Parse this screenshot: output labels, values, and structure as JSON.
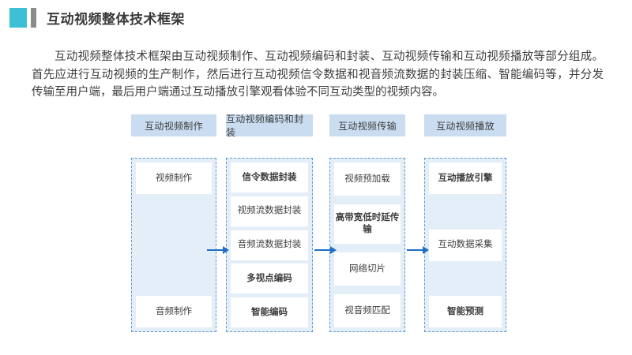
{
  "header": {
    "title": "互动视频整体技术框架",
    "accent_cyan": "#3bc0d6",
    "accent_gray": "#8c8c8c"
  },
  "paragraph": {
    "text": "互动视频整体技术框架由互动视频制作、互动视频编码和封装、互动视频传输和互动视频播放等部分组成。首先应进行互动视频的生产制作，然后进行互动视频信令数据和视音频流数据的封装压缩、智能编码等，并分发传输至用户端，最后用户端通过互动播放引擎观看体验不同互动类型的视频内容。"
  },
  "diagram": {
    "header_bg": "#c9dcf0",
    "body_bg": "#e4eef8",
    "border_color": "#5b9bd5",
    "arrow_color": "#1f6fc4",
    "columns": [
      {
        "header": "互动视频制作",
        "nodes": [
          {
            "label": "视频制作",
            "bold": false
          },
          {
            "label": "音频制作",
            "bold": false
          }
        ]
      },
      {
        "header": "互动视频编码和封装",
        "nodes": [
          {
            "label": "信令数据封装",
            "bold": true
          },
          {
            "label": "视频流数据封装",
            "bold": false
          },
          {
            "label": "音频流数据封装",
            "bold": false
          },
          {
            "label": "多视点编码",
            "bold": true
          },
          {
            "label": "智能编码",
            "bold": true
          }
        ]
      },
      {
        "header": "互动视频传输",
        "nodes": [
          {
            "label": "视频预加载",
            "bold": false
          },
          {
            "label": "高带宽低时延传 输",
            "bold": true
          },
          {
            "label": "网络切片",
            "bold": false
          },
          {
            "label": "视音频匹配",
            "bold": false
          }
        ]
      },
      {
        "header": "互动视频播放",
        "nodes": [
          {
            "label": "互动播放引擎",
            "bold": true
          },
          {
            "label": "互动数据采集",
            "bold": false
          },
          {
            "label": "智能预测",
            "bold": true
          }
        ]
      }
    ],
    "arrows": [
      {
        "name": "arrow-production-to-encoding"
      },
      {
        "name": "arrow-encoding-to-transmission"
      },
      {
        "name": "arrow-transmission-to-playback"
      }
    ]
  }
}
